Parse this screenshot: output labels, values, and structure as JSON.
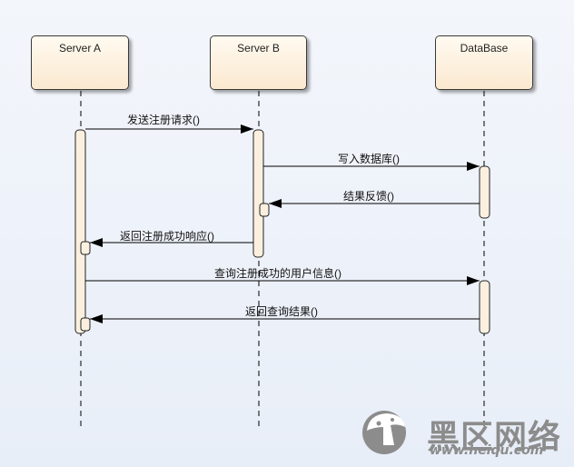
{
  "participants": [
    {
      "id": "a",
      "name": "Server A"
    },
    {
      "id": "b",
      "name": "Server B"
    },
    {
      "id": "db",
      "name": "DataBase"
    }
  ],
  "messages": [
    {
      "label": "发送注册请求()",
      "from": "Server A",
      "to": "Server B"
    },
    {
      "label": "写入数据库()",
      "from": "Server B",
      "to": "DataBase"
    },
    {
      "label": "结果反馈()",
      "from": "DataBase",
      "to": "Server B"
    },
    {
      "label": "返回注册成功响应()",
      "from": "Server B",
      "to": "Server A"
    },
    {
      "label": "查询注册成功的用户信息()",
      "from": "Server A",
      "to": "DataBase"
    },
    {
      "label": "返回查询结果()",
      "from": "DataBase",
      "to": "Server A"
    }
  ],
  "watermark": {
    "text": "黑区网络",
    "url": "www.heiqu.com",
    "icon": "mushroom-logo-icon"
  }
}
